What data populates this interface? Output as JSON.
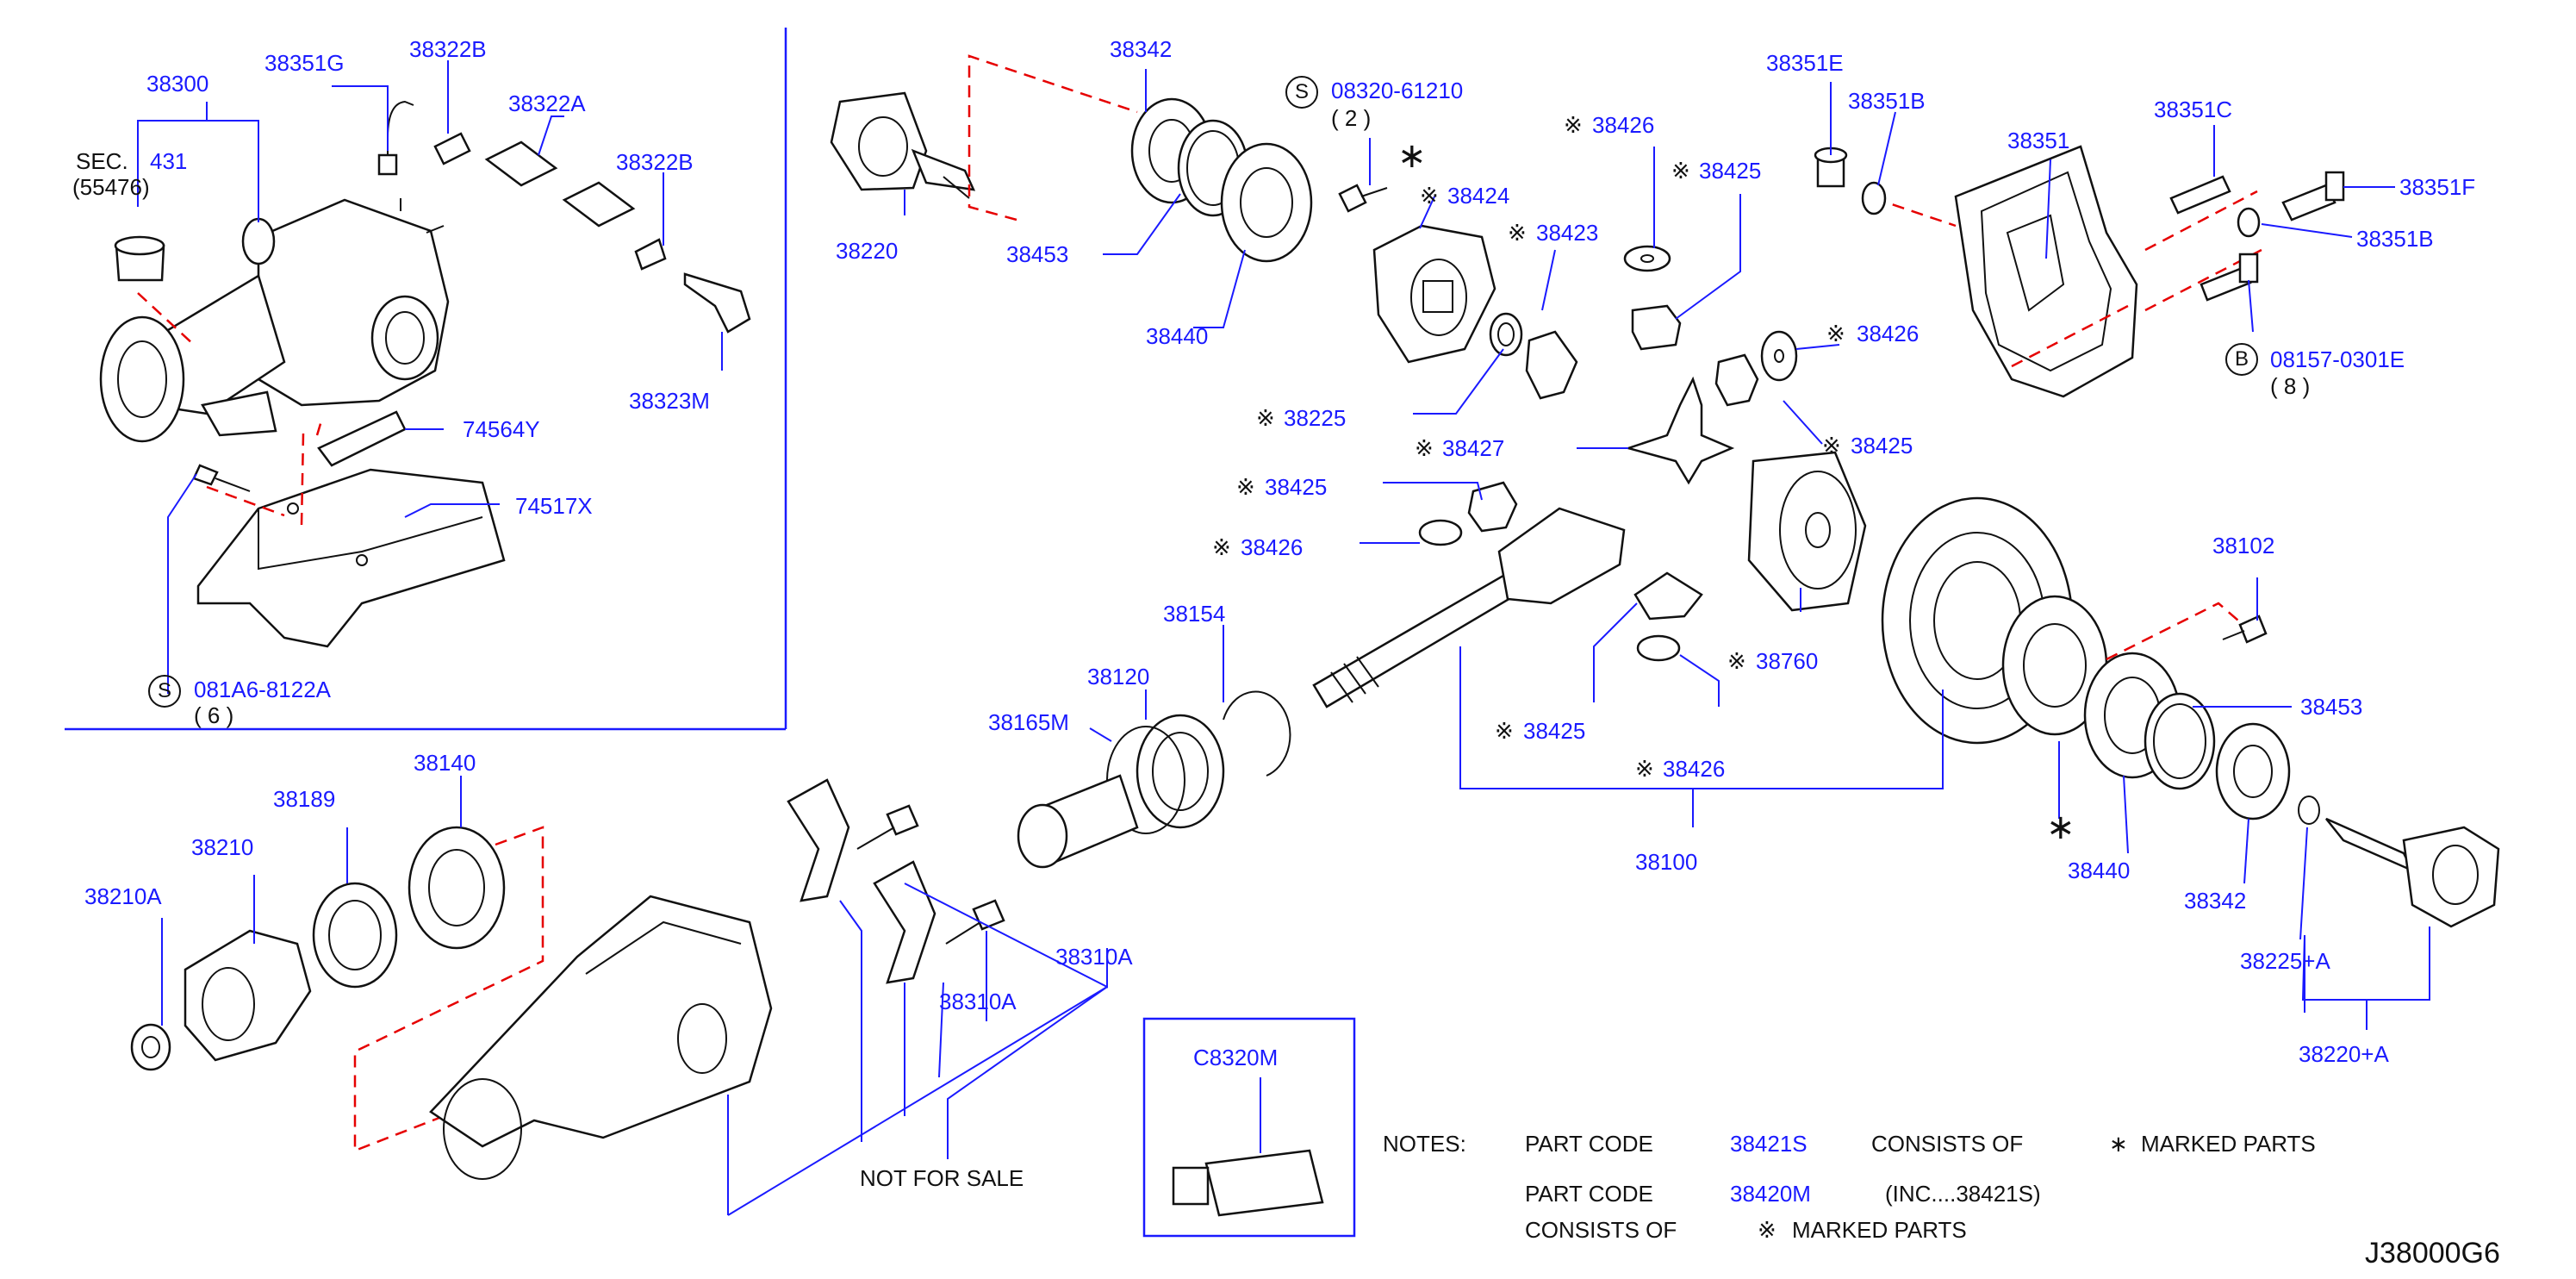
{
  "sheet_code": "J38000G6",
  "labels": {
    "p38300": "38300",
    "sec_a": "SEC.",
    "sec_b": "431",
    "sec_c": "(55476)",
    "p38351G": "38351G",
    "p38322B_a": "38322B",
    "p38322A": "38322A",
    "p38322B_b": "38322B",
    "p38323M": "38323M",
    "p74564Y": "74564Y",
    "p74517X": "74517X",
    "s_bolt_a": "081A6-8122A",
    "s_bolt_a_qty": "( 6 )",
    "p38342_a": "38342",
    "p38220": "38220",
    "p38453_a": "38453",
    "p38440_a": "38440",
    "s_bolt_b": "08320-61210",
    "s_bolt_b_qty": "( 2 )",
    "p38424": "38424",
    "p38423": "38423",
    "p38426_a": "38426",
    "p38425_a": "38425",
    "p38225": "38225",
    "p38427": "38427",
    "p38425_b": "38425",
    "p38426_b": "38426",
    "p38426_c": "38426",
    "p38425_c": "38425",
    "p38351E": "38351E",
    "p38351B_a": "38351B",
    "p38351": "38351",
    "p38351C": "38351C",
    "p38351F": "38351F",
    "p38351B_b": "38351B",
    "b_bolt": "08157-0301E",
    "b_bolt_qty": "( 8 )",
    "p38154": "38154",
    "p38120": "38120",
    "p38165M": "38165M",
    "p38760": "38760",
    "p38425_d": "38425",
    "p38426_d": "38426",
    "p38100": "38100",
    "p38102": "38102",
    "p38453_b": "38453",
    "p38440_b": "38440",
    "p38342_b": "38342",
    "p38225A": "38225+A",
    "p38220A": "38220+A",
    "p38140": "38140",
    "p38189": "38189",
    "p38210": "38210",
    "p38210A": "38210A",
    "p38310A_a": "38310A",
    "p38310A_b": "38310A",
    "not_for_sale": "NOT   FOR   SALE",
    "pC8320M": "C8320M"
  },
  "markers": {
    "asterisk": "∗",
    "kome": "※",
    "s_circle": "S",
    "b_circle": "B"
  },
  "notes": {
    "heading": "NOTES:",
    "line1_prefix": "PART   CODE",
    "line1_code": "38421S",
    "line1_suffix": "CONSISTS   OF",
    "line1_end": "MARKED   PARTS",
    "line2_prefix": "PART   CODE",
    "line2_code": "38420M",
    "line2_suffix": "(INC....38421S)",
    "line3_prefix": "CONSISTS   OF",
    "line3_end": "MARKED   PARTS"
  },
  "colors": {
    "label": "#1a1aff",
    "text": "#111111",
    "dashed_guide": "#e60000",
    "frame": "#1a1aff"
  }
}
